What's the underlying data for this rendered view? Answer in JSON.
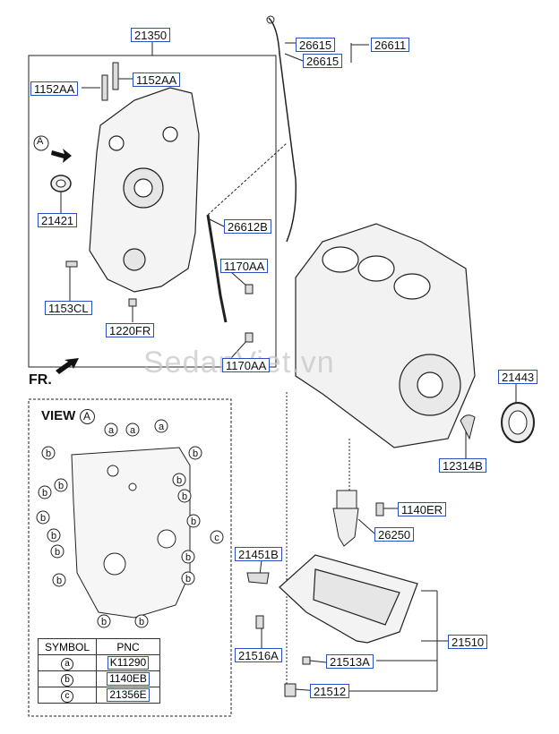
{
  "labels": {
    "l21350": "21350",
    "l1152AA_left": "1152AA",
    "l1152AA_right": "1152AA",
    "l21421": "21421",
    "l1153CL": "1153CL",
    "l1220FR": "1220FR",
    "l1170AA_top": "1170AA",
    "l1170AA_bottom": "1170AA",
    "l26612B": "26612B",
    "l26615_top": "26615",
    "l26615_bottom": "26615",
    "l26611": "26611",
    "l21443": "21443",
    "l12314B": "12314B",
    "l1140ER": "1140ER",
    "l26250": "26250",
    "l21451B": "21451B",
    "l21516A": "21516A",
    "l21513A": "21513A",
    "l21510": "21510",
    "l21512": "21512"
  },
  "view_marker": "A",
  "fr_label": "FR.",
  "view_title": "VIEW",
  "view_letter": "A",
  "watermark": "SedanViet.vn",
  "legend": {
    "header_symbol": "SYMBOL",
    "header_pnc": "PNC",
    "rows": [
      {
        "symbol": "a",
        "pnc": "K11290"
      },
      {
        "symbol": "b",
        "pnc": "1140EB"
      },
      {
        "symbol": "c",
        "pnc": "21356E"
      }
    ]
  }
}
